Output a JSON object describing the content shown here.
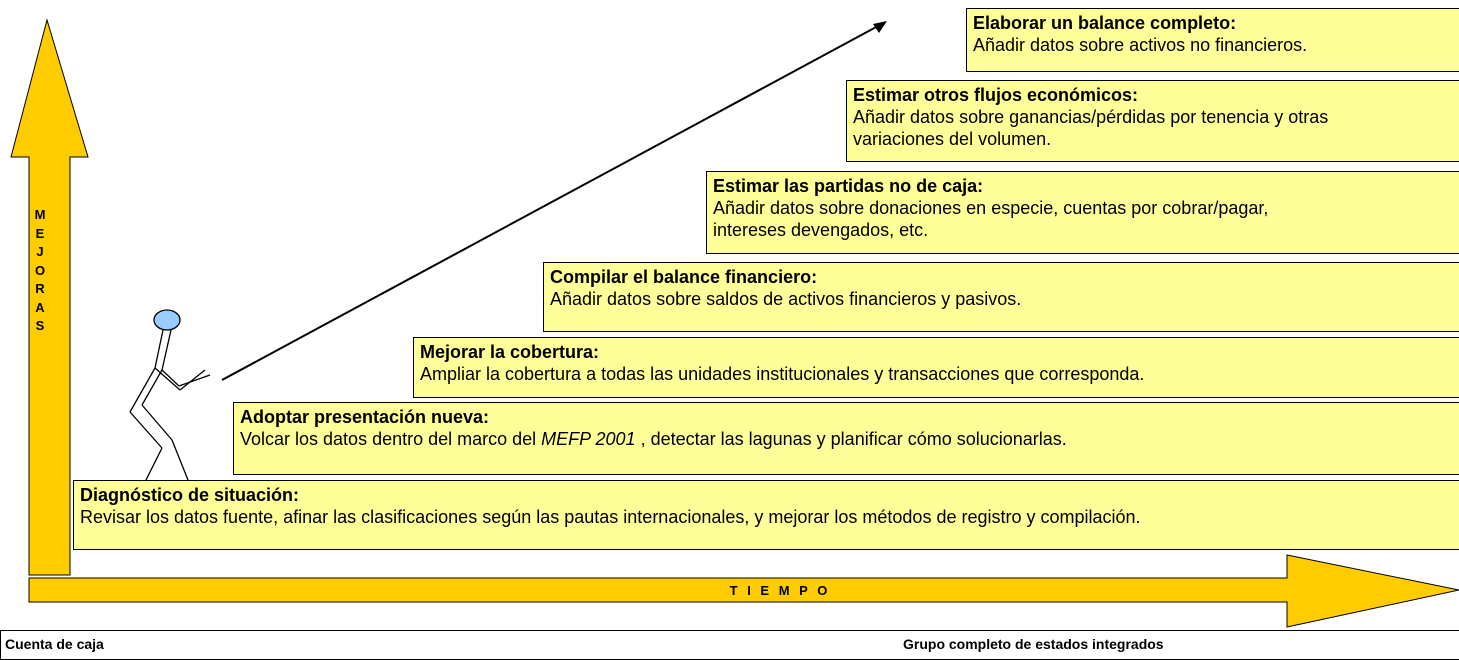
{
  "vertical_axis": {
    "label": "MEJORAS",
    "color": "#ffcc00"
  },
  "horizontal_axis": {
    "label": "T I E M P O",
    "color": "#ffcc00"
  },
  "steps": [
    {
      "title": "Diagnóstico de situación:",
      "body": "Revisar los datos fuente, afinar las clasificaciones según las pautas internacionales, y mejorar los métodos de registro y compilación."
    },
    {
      "title": "Adoptar presentación nueva:",
      "body_before": "Volcar los datos dentro del marco del ",
      "body_italic": "MEFP 2001",
      "body_after": " , detectar las lagunas y planificar cómo solucionarlas."
    },
    {
      "title": "Mejorar la cobertura:",
      "body": "Ampliar la cobertura a todas las unidades institucionales y transacciones que corresponda."
    },
    {
      "title": "Compilar el balance financiero:",
      "body": "Añadir datos sobre saldos de activos financieros y pasivos."
    },
    {
      "title": "Estimar las partidas no de caja:",
      "body": "Añadir datos sobre donaciones en especie, cuentas por cobrar/pagar,\nintereses devengados, etc."
    },
    {
      "title": "Estimar otros flujos económicos:",
      "body": "Añadir datos sobre ganancias/pérdidas por tenencia y otras\nvariaciones del volumen."
    },
    {
      "title": "Elaborar un balance completo:",
      "body": "Añadir datos sobre activos no financieros."
    }
  ],
  "footer": {
    "left": "Cuenta de caja",
    "right": "Grupo completo de estados integrados"
  },
  "colors": {
    "step_fill": "#ffff99",
    "arrow_fill": "#ffcc00",
    "figure_head": "#99ccff"
  }
}
